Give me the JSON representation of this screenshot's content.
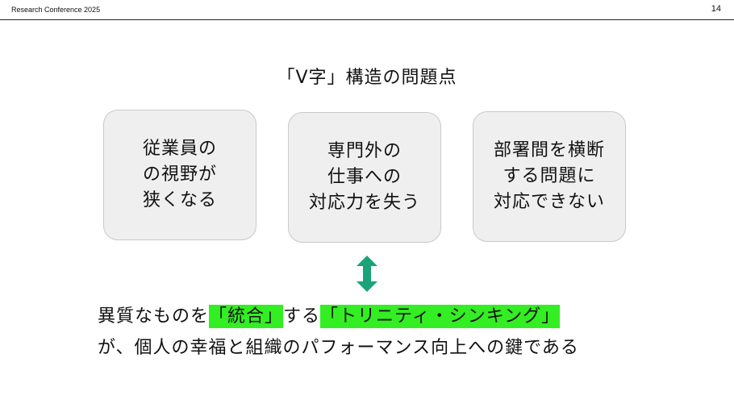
{
  "header": {
    "event": "Research Conference 2025",
    "page_number": "14"
  },
  "title": "「V字」構造の問題点",
  "boxes": [
    {
      "lines": [
        "従業員の",
        "の視野が",
        "狭くなる"
      ]
    },
    {
      "lines": [
        "専門外の",
        "仕事への",
        "対応力を失う"
      ]
    },
    {
      "lines": [
        "部署間を横断",
        "する問題に",
        "対応できない"
      ]
    }
  ],
  "arrow_icon": "double-vertical-arrow",
  "colors": {
    "highlight": "#33ee22",
    "arrow": "#1aa37a",
    "box_bg": "#efefef"
  },
  "conclusion": {
    "line1_prefix": "異質なものを",
    "line1_highlight1": "「統合」",
    "line1_middle": "する",
    "line1_highlight2": "「トリニティ・シンキング」",
    "line2": "が、個人の幸福と組織のパフォーマンス向上への鍵である"
  }
}
